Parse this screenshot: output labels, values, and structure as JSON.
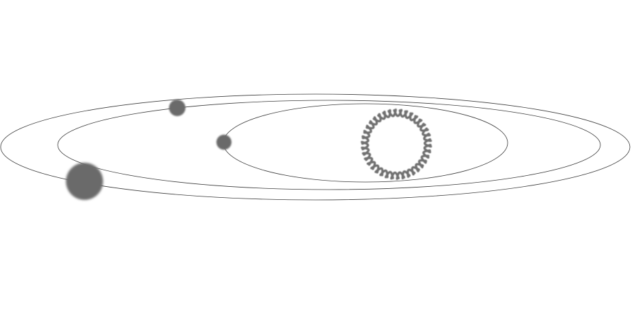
{
  "colors": {
    "background": "#ffffff",
    "orbit_line": "#3a3a3a",
    "body_fill": "#6b6b6b",
    "star_ring": "#707070"
  },
  "icons": {
    "central_body": "wavy-ring-star-icon",
    "planets": [
      "planet-large-icon",
      "planet-medium-icon",
      "planet-small-icon"
    ]
  },
  "orbits": [
    {
      "name": "outer-orbit"
    },
    {
      "name": "middle-orbit"
    },
    {
      "name": "inner-orbit"
    }
  ],
  "bodies": [
    {
      "name": "large-planet",
      "orbit": "outer-orbit"
    },
    {
      "name": "medium-planet",
      "orbit": "middle-orbit"
    },
    {
      "name": "small-planet",
      "orbit": "inner-orbit"
    }
  ]
}
